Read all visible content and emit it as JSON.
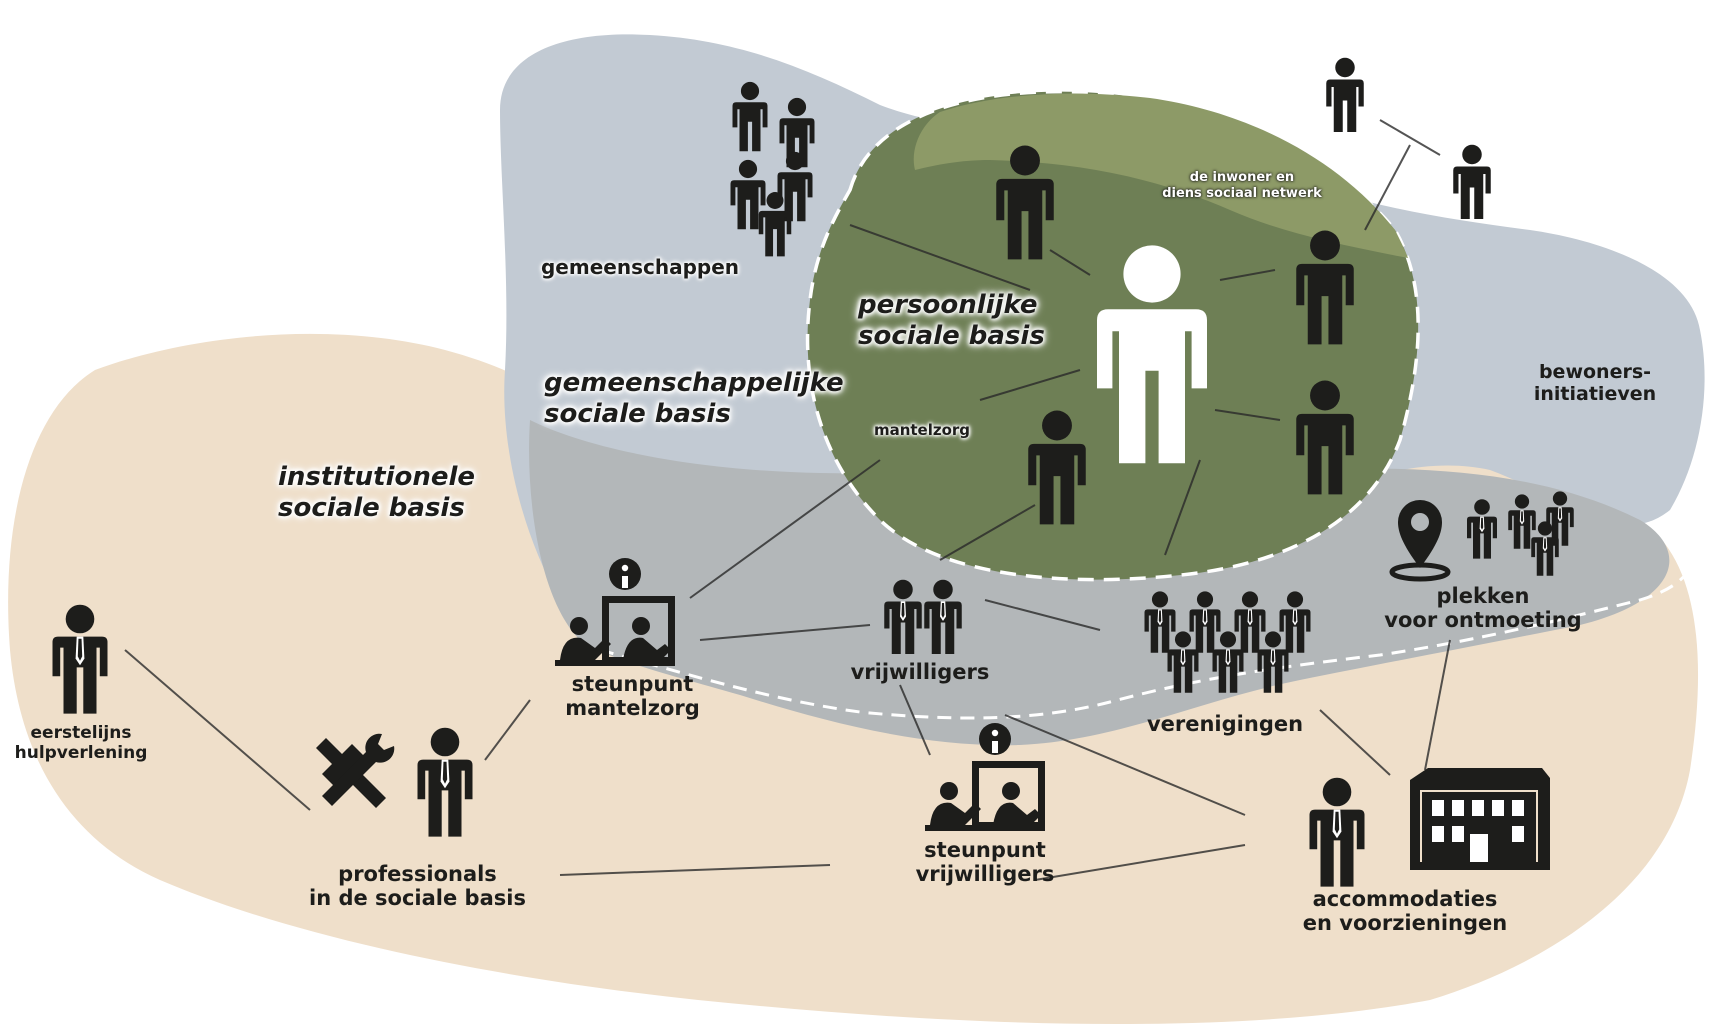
{
  "colors": {
    "beige": "#efdfca",
    "blue": "#c2cad3",
    "gray": "#b3b7b9",
    "green": "#6e7f55",
    "green_light": "#8d9a67",
    "ink": "#1d1d1b",
    "white": "#ffffff"
  },
  "zones": {
    "institutionele": "institutionele\nsociale basis",
    "gemeenschappelijke": "gemeenschappelijke\nsociale basis",
    "persoonlijke": "persoonlijke\nsociale basis"
  },
  "labels": {
    "inwoner": "de inwoner en\ndiens sociaal netwerk",
    "gemeenschappen": "gemeenschappen",
    "mantelzorg": "mantelzorg",
    "bewoners": "bewoners-\ninitiatieven",
    "plekken": "plekken\nvoor ontmoeting",
    "eerstelijns": "eerstelijns\nhulpverlening",
    "steunpunt_mantelzorg": "steunpunt\nmantelzorg",
    "vrijwilligers": "vrijwilligers",
    "verenigingen": "verenigingen",
    "professionals": "professionals\nin de sociale basis",
    "steunpunt_vrijwilligers": "steunpunt\nvrijwilligers",
    "accommodaties": "accommodaties\nen voorzieningen"
  },
  "icons": [
    "person-icon",
    "group-of-people-icon",
    "info-icon",
    "help-desk-icon",
    "tools-icon",
    "map-pin-icon",
    "building-icon"
  ]
}
